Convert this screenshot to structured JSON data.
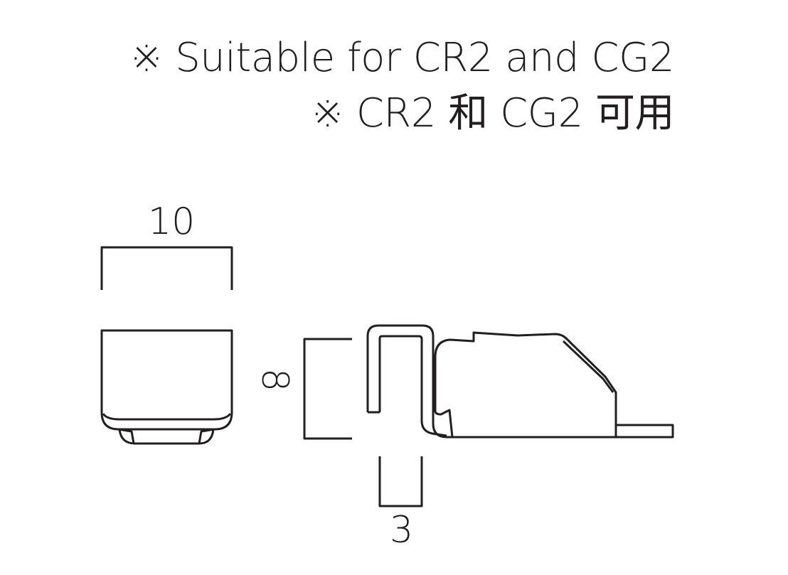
{
  "notes": {
    "english": "※ Suitable for CR2 and CG2",
    "chinese": "※ CR2 和 CG2 可用"
  },
  "dimensions": {
    "width": "10",
    "height": "8",
    "depth": "3"
  },
  "colors": {
    "line": "#231f20",
    "background": "#ffffff"
  }
}
